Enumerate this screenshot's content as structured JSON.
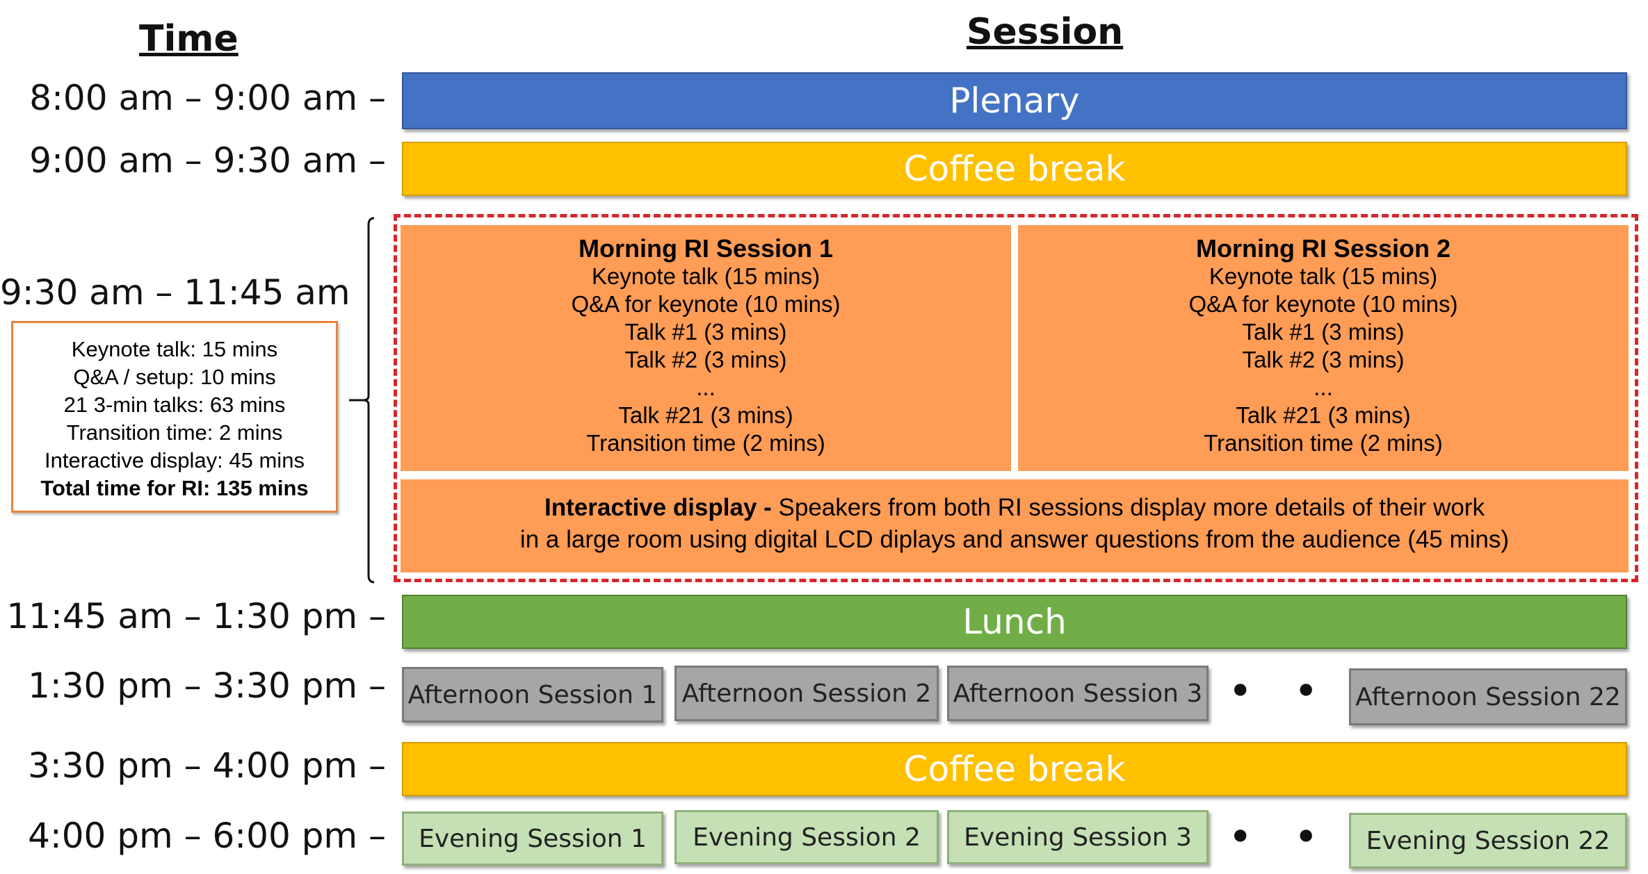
{
  "headers": {
    "time": "Time",
    "session": "Session"
  },
  "times": [
    "8:00 am – 9:00 am –",
    "9:00 am – 9:30 am –",
    "9:30 am – 11:45 am",
    "11:45 am – 1:30 pm –",
    "1:30 pm – 3:30 pm –",
    "3:30 pm – 4:00 pm –",
    "4:00 pm – 6:00 pm –"
  ],
  "summary": {
    "lines": [
      "Keynote talk: 15 mins",
      "Q&A / setup: 10 mins",
      "21 3-min talks: 63 mins",
      "Transition time: 2 mins",
      "Interactive display: 45 mins"
    ],
    "total": "Total time for RI: 135 mins"
  },
  "bars": {
    "plenary": "Plenary",
    "coffee1": "Coffee break",
    "lunch": "Lunch",
    "coffee2": "Coffee break"
  },
  "ri_sessions": [
    {
      "title": "Morning RI Session 1",
      "lines": [
        "Keynote talk (15 mins)",
        "Q&A for keynote (10 mins)",
        "Talk #1 (3 mins)",
        "Talk #2 (3 mins)",
        "...",
        "Talk #21 (3 mins)",
        "Transition time (2 mins)"
      ]
    },
    {
      "title": "Morning RI Session 2",
      "lines": [
        "Keynote talk (15 mins)",
        "Q&A for keynote (10 mins)",
        "Talk #1 (3 mins)",
        "Talk #2 (3 mins)",
        "...",
        "Talk #21 (3 mins)",
        "Transition time (2 mins)"
      ]
    }
  ],
  "interactive": {
    "bold": "Interactive display -",
    "line1": " Speakers from both RI sessions display more details of their work",
    "line2": "in a large room using digital LCD diplays and answer questions from the audience (45 mins)"
  },
  "afternoon": [
    "Afternoon Session 1",
    "Afternoon Session 2",
    "Afternoon Session 3",
    "Afternoon Session 22"
  ],
  "evening": [
    "Evening Session 1",
    "Evening Session 2",
    "Evening Session 3",
    "Evening Session 22"
  ],
  "ellipsis": "• • •",
  "colors": {
    "plenary": "#4472c4",
    "coffee": "#ffc000",
    "ri": "#ff9c55",
    "lunch": "#70ad47",
    "afternoon": "#a6a6a6",
    "evening": "#c5e0b4",
    "ri_border": "#d8262b"
  }
}
